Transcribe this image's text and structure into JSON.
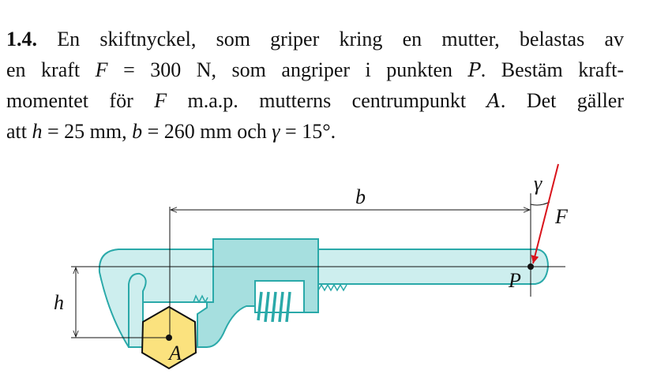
{
  "problem": {
    "number": "1.4.",
    "line1": " En skiftnyckel, som griper kring en mutter, belastas av",
    "line2": [
      "en kraft ",
      "F",
      " = 300 N, som angriper i punkten ",
      "P",
      ". Bestäm kraft-"
    ],
    "line3": [
      "momentet för ",
      "F",
      " m.a.p. mutterns centrumpunkt ",
      "A",
      ". Det gäller"
    ],
    "line4": [
      "att ",
      "h",
      " = 25 mm, ",
      "b",
      " = 260 mm och ",
      "γ",
      " = 15°."
    ]
  },
  "figure": {
    "labels": {
      "b": "b",
      "F": "F",
      "gamma": "γ",
      "h": "h",
      "P": "P",
      "A": "A"
    },
    "colors": {
      "body": "#cdeeee",
      "jaw": "#a6dfdf",
      "outline": "#2aa9a9",
      "nut": "#fbe27e",
      "force": "#d9131b"
    }
  }
}
